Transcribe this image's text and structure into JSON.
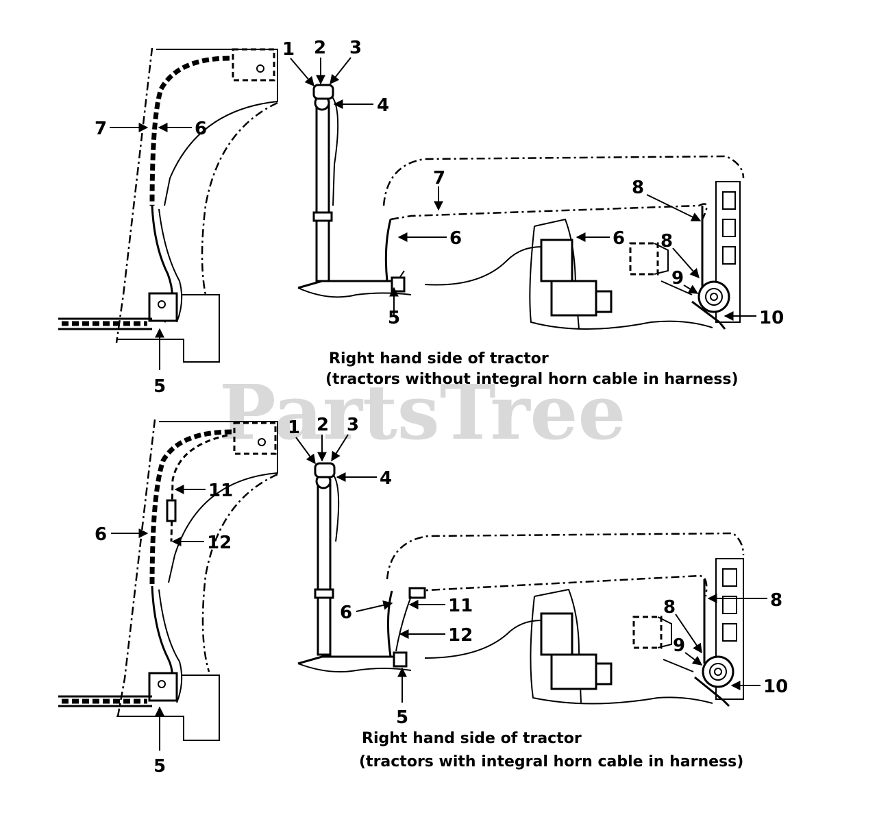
{
  "watermark": "PartsTree",
  "top_diagram": {
    "caption_line1": "Right hand side of tractor",
    "caption_line2": "(tractors without integral horn cable in harness)",
    "left_callouts": {
      "c7": "7",
      "c6": "6",
      "c5": "5"
    },
    "column_callouts": {
      "c1": "1",
      "c2": "2",
      "c3": "3",
      "c4": "4",
      "c5": "5"
    },
    "tractor_callouts": {
      "c7": "7",
      "c6a": "6",
      "c6b": "6",
      "c8a": "8",
      "c8b": "8",
      "c9": "9",
      "c10": "10"
    }
  },
  "bottom_diagram": {
    "caption_line1": "Right hand side of tractor",
    "caption_line2": "(tractors with integral horn cable in harness)",
    "left_callouts": {
      "c11": "11",
      "c6": "6",
      "c12": "12",
      "c5": "5"
    },
    "column_callouts": {
      "c1": "1",
      "c2": "2",
      "c3": "3",
      "c4": "4",
      "c5": "5"
    },
    "tractor_callouts": {
      "c6": "6",
      "c11": "11",
      "c12": "12",
      "c8a": "8",
      "c8b": "8",
      "c9": "9",
      "c10": "10"
    }
  }
}
